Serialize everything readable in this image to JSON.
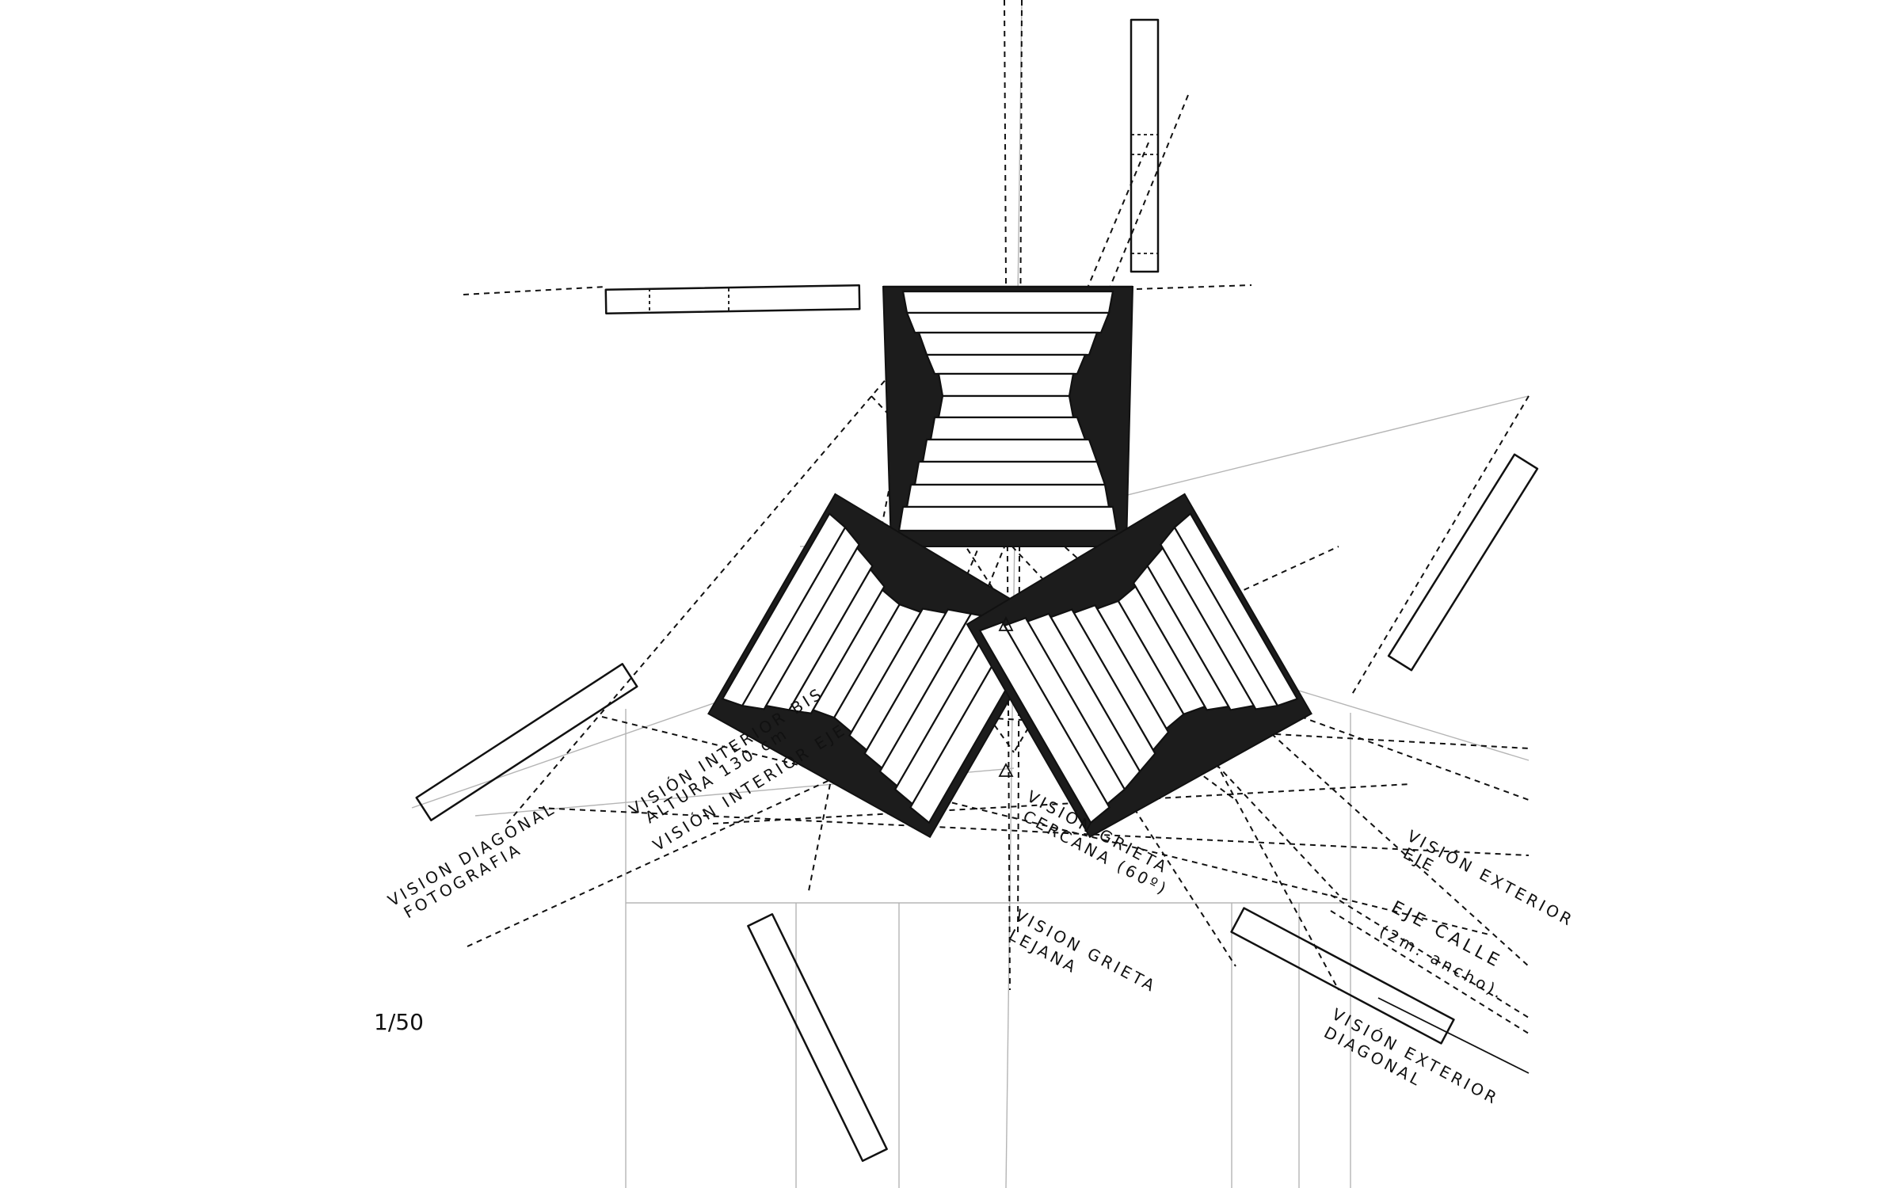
{
  "labels": {
    "vision_diagonal": "VISION DIAGONAL",
    "fotografia": "FOTOGRAFIA",
    "vision_interior_bis": "VISIÓN INTERIOR BIS",
    "altura": "ALTURA 130 cm",
    "vision_interior_eje": "VISIÓN INTERIOR EJE",
    "vision_grieta_cercana": "VISIÓN GRIETA",
    "cercana": "CERCANA (60º)",
    "vision_grieta_lejana": "VISION GRIETA",
    "lejana": "LEJANA",
    "vision_exterior_eje": "VISIÓN EXTERIOR",
    "eje": "EJE",
    "eje_calle": "EJE CALLE",
    "ancho": "(2m. ancho).",
    "vision_exterior_diagonal": "VISIÓN EXTERIOR",
    "diagonal": "DIAGONAL"
  },
  "scale": "1/50"
}
